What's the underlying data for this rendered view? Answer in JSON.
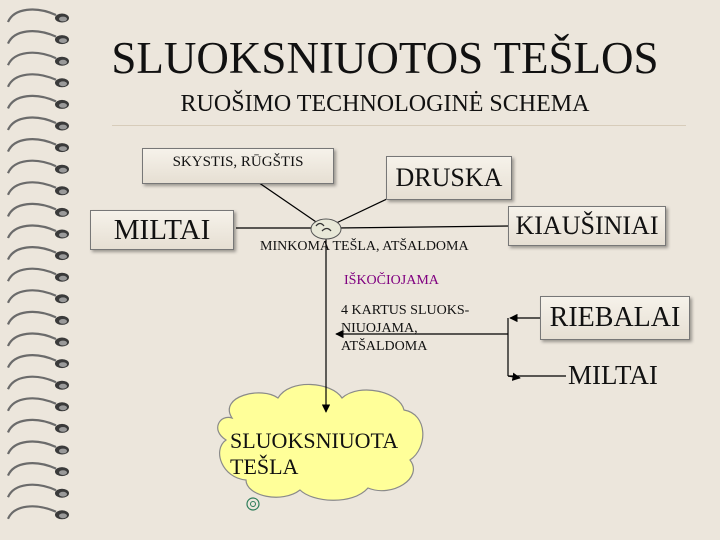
{
  "slide": {
    "title": "SLUOKSNIUOTOS TEŠLOS",
    "subtitle": "RUOŠIMO TECHNOLOGINĖ SCHEMA"
  },
  "nodes": {
    "liquid": "SKYSTIS, RŪGŠTIS",
    "salt": "DRUSKA",
    "flour_top": "MILTAI",
    "eggs": "KIAUŠINIAI",
    "kneaded": "MINKOMA TEŠLA, ATŠALDOMA",
    "rolled": "IŠKOČIOJAMA",
    "folded": [
      "4 KARTUS SLUOKS-",
      "NIUOJAMA,",
      "ATŠALDOMA"
    ],
    "fat": "RIEBALAI",
    "flour_bottom": "MILTAI",
    "result": [
      "SLUOKSNIUOTA",
      "TEŠLA"
    ]
  },
  "colors": {
    "background": "#ece6dc",
    "rolled_text": "#800080",
    "cloud_fill": "#ffff99",
    "arrow": "#000000"
  },
  "icons": {
    "mixer": "mixing-bowl-icon",
    "smiley": "smiley-face-icon"
  }
}
